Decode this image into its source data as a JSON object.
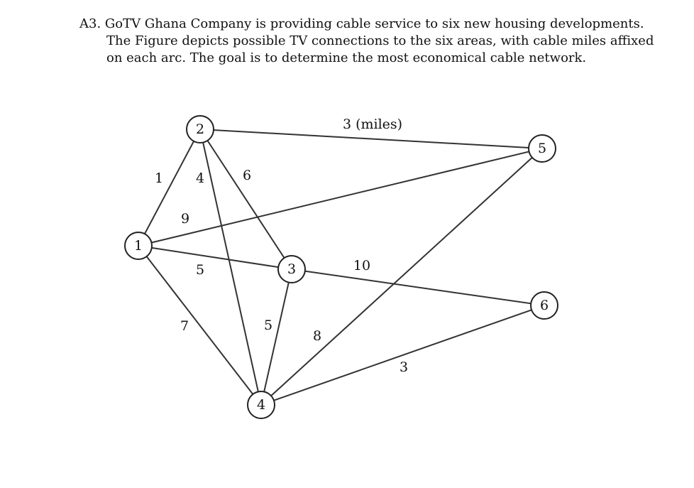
{
  "problem": {
    "line1": "A3. GoTV Ghana Company is providing cable service to six new housing developments.",
    "line2": "The Figure depicts possible TV connections to the six areas, with cable miles affixed",
    "line3": "on each arc. The goal is to determine the most economical cable network."
  },
  "diagram": {
    "nodes": [
      {
        "id": "1",
        "label": "1"
      },
      {
        "id": "2",
        "label": "2"
      },
      {
        "id": "3",
        "label": "3"
      },
      {
        "id": "4",
        "label": "4"
      },
      {
        "id": "5",
        "label": "5"
      },
      {
        "id": "6",
        "label": "6"
      }
    ],
    "edges": [
      {
        "from": "1",
        "to": "2",
        "label": "1"
      },
      {
        "from": "2",
        "to": "4",
        "label": "4"
      },
      {
        "from": "2",
        "to": "3",
        "label": "6"
      },
      {
        "from": "2",
        "to": "5",
        "label": "3 (miles)"
      },
      {
        "from": "1",
        "to": "5",
        "label": "9"
      },
      {
        "from": "1",
        "to": "3",
        "label": "5"
      },
      {
        "from": "1",
        "to": "4",
        "label": "7"
      },
      {
        "from": "3",
        "to": "4",
        "label": "5"
      },
      {
        "from": "3",
        "to": "6",
        "label": "10"
      },
      {
        "from": "4",
        "to": "5",
        "label": "8"
      },
      {
        "from": "4",
        "to": "6",
        "label": "3"
      }
    ]
  }
}
